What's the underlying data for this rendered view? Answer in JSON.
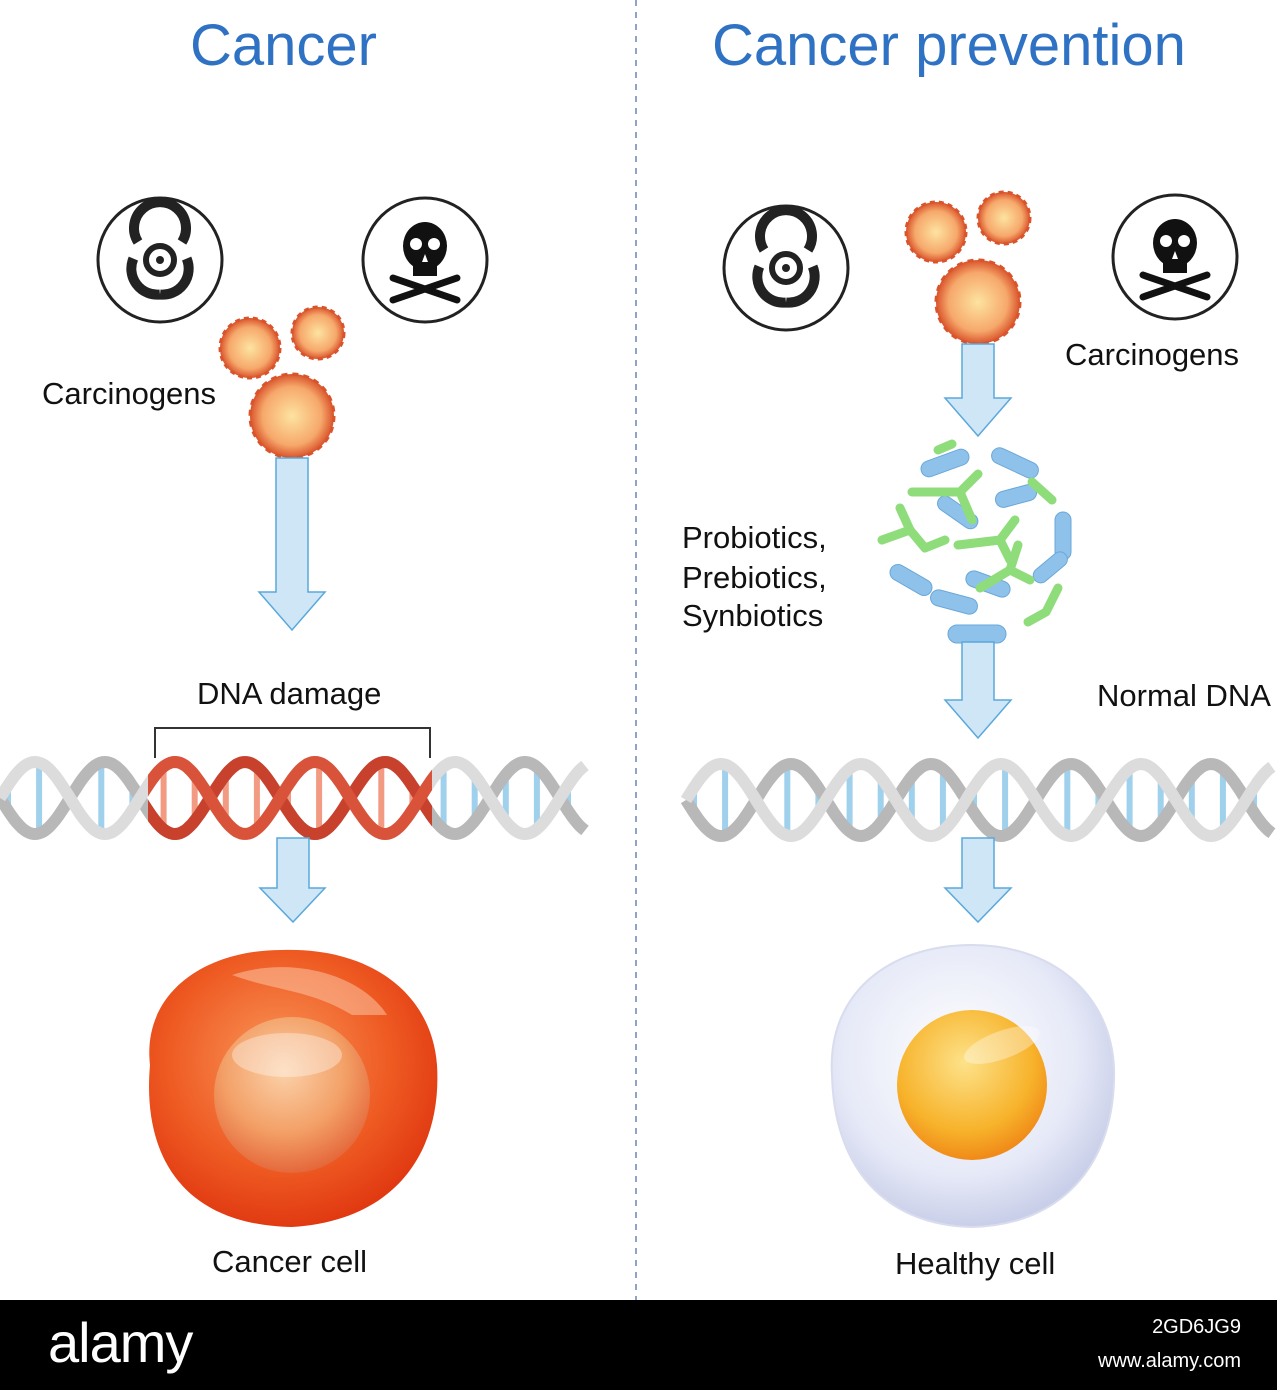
{
  "left_panel": {
    "title": "Cancer",
    "carcinogens_label": "Carcinogens",
    "dna_label": "DNA damage",
    "cell_label": "Cancer cell"
  },
  "right_panel": {
    "title": "Cancer prevention",
    "carcinogens_label": "Carcinogens",
    "probiotics_lines": [
      "Probiotics,",
      "Prebiotics,",
      "Synbiotics"
    ],
    "dna_label": "Normal DNA",
    "cell_label": "Healthy cell"
  },
  "footer": {
    "logo": "alamy",
    "image_id": "2GD6JG9",
    "site": "www.alamy.com"
  },
  "colors": {
    "title_blue": "#2f72c4",
    "arrow_fill": "#cfe6f7",
    "arrow_stroke": "#5aa8dc",
    "dna_rung_blue": "#9fd0ec",
    "dna_strand_grey": "#c8c8c8",
    "dna_damage_red": "#d9533b",
    "cancer_cell": "#ee5a22",
    "healthy_nucleus": "#f5a623",
    "probiotic_blue": "#8fc2ea",
    "probiotic_green": "#8fdc7a"
  }
}
